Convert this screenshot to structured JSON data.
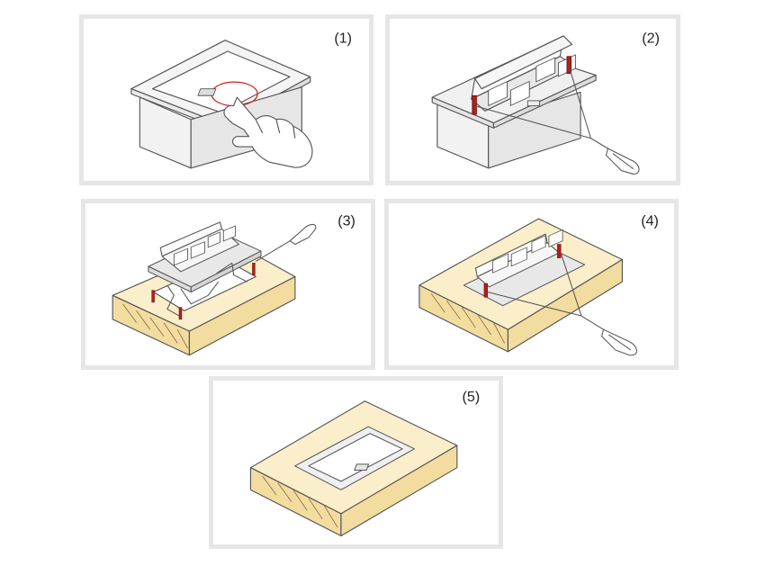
{
  "steps": [
    {
      "label": "(1)"
    },
    {
      "label": "(2)"
    },
    {
      "label": "(3)"
    },
    {
      "label": "(4)"
    },
    {
      "label": "(5)"
    }
  ],
  "colors": {
    "panel_border": "#e6e6e6",
    "line": "#555555",
    "wood_top": "#faeecb",
    "wood_side": "#f3dca0",
    "socket_frame": "#d8d8d8",
    "screw_marker": "#b01e1e",
    "press_circle": "#d02020"
  }
}
